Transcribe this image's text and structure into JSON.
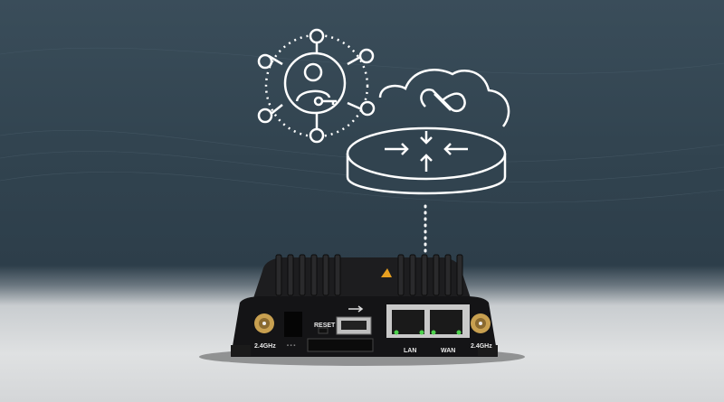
{
  "device": {
    "antenna_left_label": "2.4GHz",
    "antenna_right_label": "2.4GHz",
    "reset_label": "RESET",
    "lan_label": "LAN",
    "wan_label": "WAN",
    "power_label": "- - -"
  },
  "icons": [
    "user-key-network-icon",
    "cloud-icon",
    "router-icon",
    "usb-icon"
  ],
  "colors": {
    "background": "#31434f",
    "floor": "#dfe1e2",
    "line_art": "#ffffff",
    "led": "#4cd14c"
  }
}
